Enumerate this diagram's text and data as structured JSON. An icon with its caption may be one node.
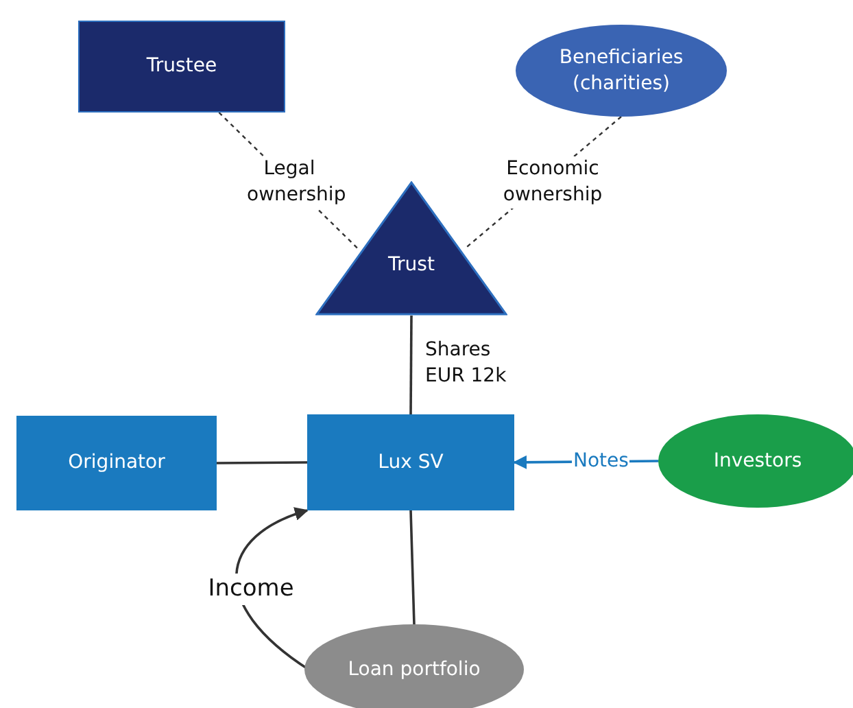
{
  "diagram": {
    "nodes": [
      {
        "text": [
          "Trustee"
        ]
      },
      {
        "text": [
          "Beneficiaries (charities)"
        ]
      },
      {
        "text": [
          "Trust"
        ]
      },
      {
        "text": [
          "Lux SV"
        ]
      },
      {
        "text": [
          "Originator"
        ]
      },
      {
        "text": [
          "Investors"
        ]
      },
      {
        "text": [
          "Loan portfolio"
        ]
      }
    ],
    "edges": [
      {
        "from": 0,
        "to": 2,
        "arrow": "none",
        "label": "Legal ownership",
        "style": "dashed"
      },
      {
        "from": 1,
        "to": 2,
        "arrow": "none",
        "label": "Economic ownership",
        "style": "dashed"
      },
      {
        "from": 2,
        "to": 3,
        "arrow": "none",
        "label": "Shares EUR 12k"
      },
      {
        "from": 4,
        "to": 3,
        "arrow": "none"
      },
      {
        "from": 5,
        "to": 3,
        "arrow": "to",
        "label": "Notes",
        "color": "#1a7abf"
      },
      {
        "from": 6,
        "to": 3,
        "arrow": "none"
      },
      {
        "from": 6,
        "to": 3,
        "arrow": "to",
        "label": "Income"
      }
    ]
  }
}
